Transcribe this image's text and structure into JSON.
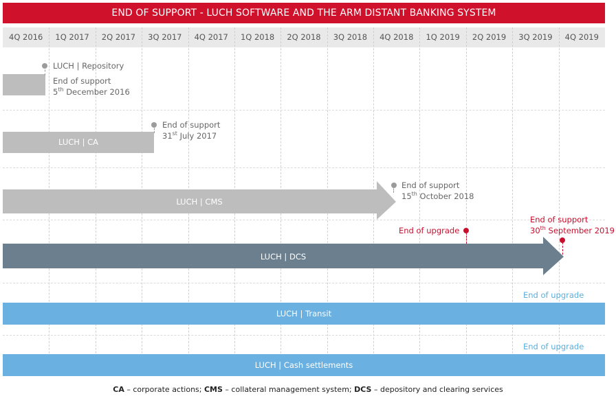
{
  "title": "END OF SUPPORT - LUCH SOFTWARE AND THE ARM DISTANT BANKING SYSTEM",
  "quarters": [
    "4Q 2016",
    "1Q 2017",
    "2Q 2017",
    "3Q 2017",
    "4Q 2017",
    "1Q 2018",
    "2Q 2018",
    "3Q 2018",
    "4Q 2018",
    "1Q 2019",
    "2Q 2019",
    "3Q 2019",
    "4Q 2019"
  ],
  "rows": {
    "repository": {
      "tag": "LUCH  |  Repository",
      "note_line1": "End of support",
      "note_day": "5",
      "note_sup": "th",
      "note_rest": " December 2016"
    },
    "ca": {
      "bar_label": "LUCH  |  CA",
      "note_line1": "End of support",
      "note_day": "31",
      "note_sup": "st",
      "note_rest": " July 2017"
    },
    "cms": {
      "bar_label": "LUCH  |  CMS",
      "note_line1": "End of support",
      "note_day": "15",
      "note_sup": "th",
      "note_rest": " October 2018"
    },
    "dcs": {
      "bar_label": "LUCH  |  DCS",
      "upgrade_note": "End of upgrade",
      "note_line1": "End of support",
      "note_day": "30",
      "note_sup": "th",
      "note_rest": " September 2019"
    },
    "transit": {
      "bar_label": "LUCH  |  Transit",
      "upgrade_note": "End of upgrade"
    },
    "cash": {
      "bar_label": "LUCH  |  Cash settlements",
      "upgrade_note": "End of upgrade"
    }
  },
  "footnote": {
    "ca_abbr": "CA",
    "ca_text": " – corporate actions; ",
    "cms_abbr": "CMS",
    "cms_text": " – collateral management system; ",
    "dcs_abbr": "DCS",
    "dcs_text": " – depository and clearing services"
  },
  "colors": {
    "title_bg": "#d0112b",
    "support_gray": "#bdbdbd",
    "dcs_slate": "#6b7f8e",
    "transit_blue": "#6ab0e0",
    "marker_gray": "#9b9b9b",
    "marker_red": "#c8102e"
  }
}
